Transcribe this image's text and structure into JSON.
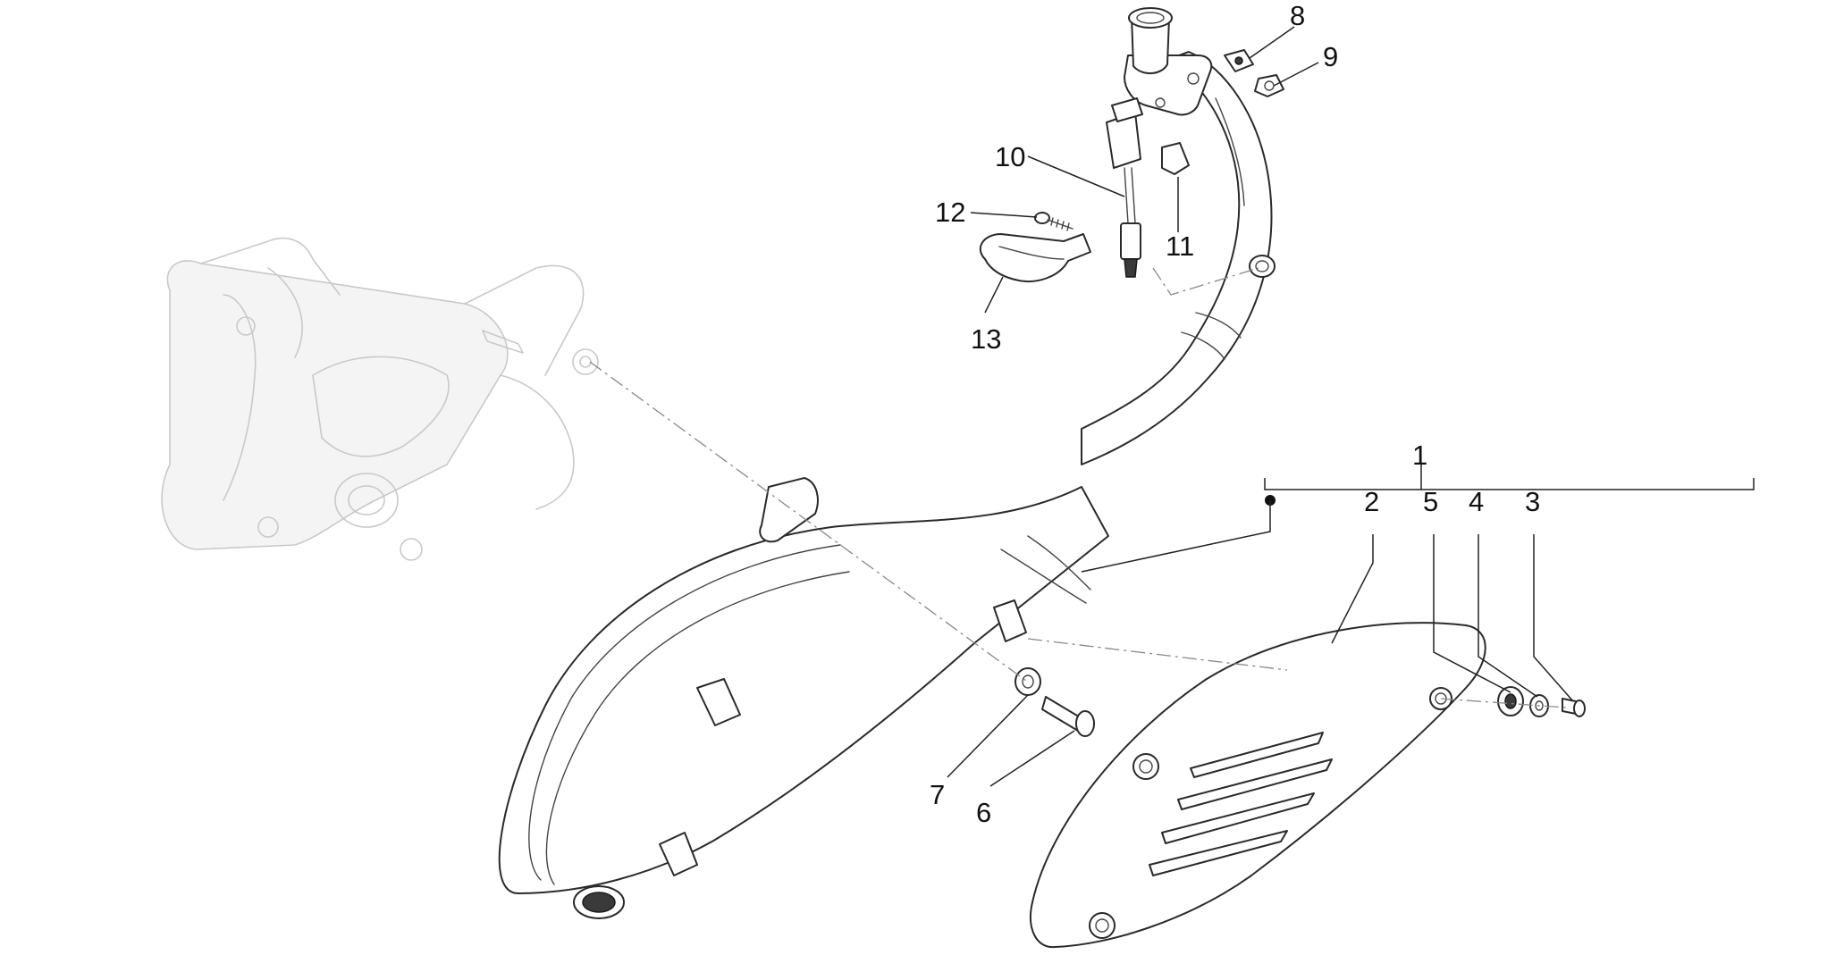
{
  "diagram": {
    "callouts": [
      "1",
      "2",
      "3",
      "4",
      "5",
      "6",
      "7",
      "8",
      "9",
      "10",
      "11",
      "12",
      "13"
    ]
  },
  "colors": {
    "line": "#2a2a2a",
    "ghost_line": "#c9c9c9",
    "background": "#ffffff"
  }
}
